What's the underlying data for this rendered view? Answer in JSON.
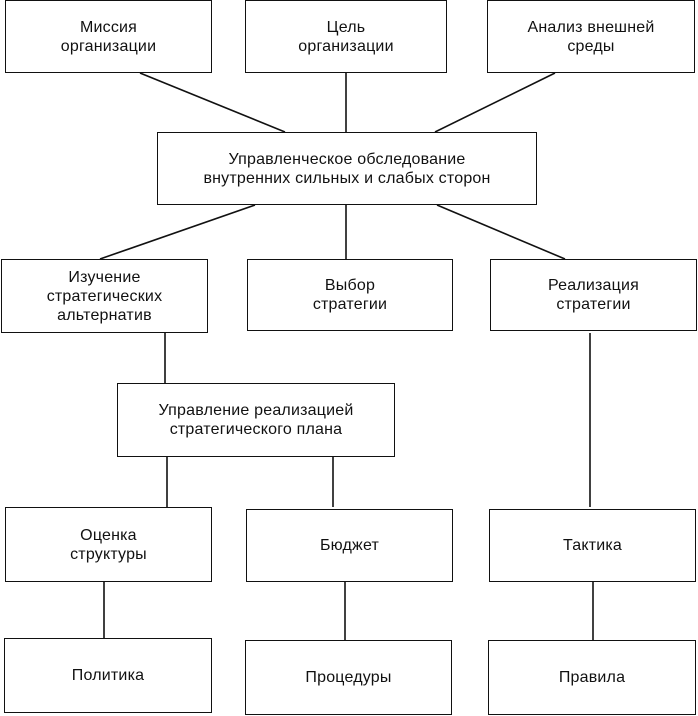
{
  "nodes": {
    "mission": {
      "label": "Миссия\nорганизации"
    },
    "goal": {
      "label": "Цель\nорганизации"
    },
    "environment": {
      "label": "Анализ внешней\nсреды"
    },
    "audit": {
      "label": "Управленческое обследование\nвнутренних сильных и слабых сторон"
    },
    "alternatives": {
      "label": "Изучение\nстратегических\nальтернатив"
    },
    "choice": {
      "label": "Выбор\nстратегии"
    },
    "implementation": {
      "label": "Реализация\nстратегии"
    },
    "plan_management": {
      "label": "Управление реализацией\nстратегического плана"
    },
    "structure": {
      "label": "Оценка\nструктуры"
    },
    "budget": {
      "label": "Бюджет"
    },
    "tactics": {
      "label": "Тактика"
    },
    "policy": {
      "label": "Политика"
    },
    "procedures": {
      "label": "Процедуры"
    },
    "rules": {
      "label": "Правила"
    }
  }
}
